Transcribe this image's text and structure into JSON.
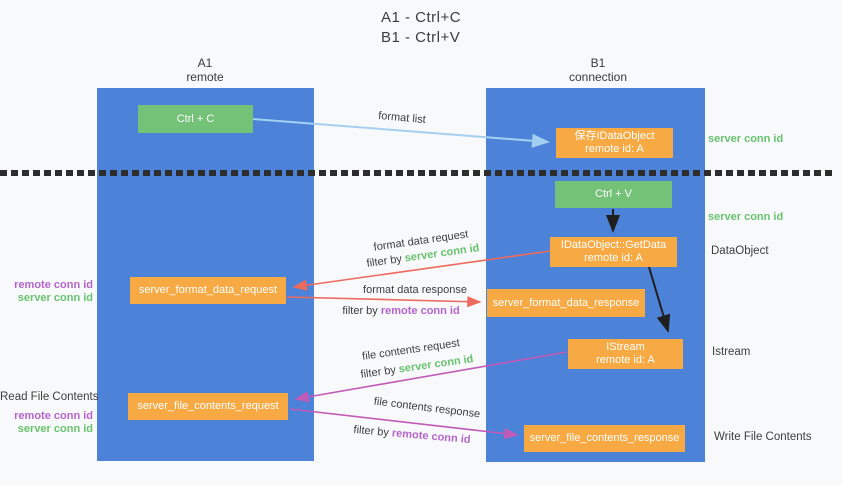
{
  "title": {
    "line1": "A1 - Ctrl+C",
    "line2": "B1 - Ctrl+V"
  },
  "lanes": {
    "left": {
      "name": "A1",
      "subtitle": "remote"
    },
    "right": {
      "name": "B1",
      "subtitle": "connection"
    }
  },
  "nodes": {
    "ctrl_c": "Ctrl + C",
    "ctrl_v": "Ctrl + V",
    "save_idataobject": {
      "line1": "保存IDataObject",
      "line2": "remote id: A"
    },
    "getdata": {
      "line1": "IDataObject::GetData",
      "line2": "remote id: A"
    },
    "istream": {
      "line1": "IStream",
      "line2": "remote id: A"
    },
    "format_request": "server_format_data_request",
    "format_response": "server_format_data_response",
    "file_request": "server_file_contents_request",
    "file_response": "server_file_contents_response"
  },
  "edge_labels": {
    "format_list": "format list",
    "format_data_request": "format data request",
    "format_data_response": "format data response",
    "file_contents_request": "file contents request",
    "file_contents_response": "file contents response",
    "filter_prefix": "filter by ",
    "server_conn_id": "server conn id",
    "remote_conn_id": "remote conn id"
  },
  "side_labels": {
    "server_conn_id_top": "server conn id",
    "server_conn_id_mid": "server conn id",
    "dataobject": "DataObject",
    "istream": "Istream",
    "write_file_contents": "Write File Contents",
    "read_file_contents": "Read File Contents",
    "remote_conn_id": "remote conn id",
    "server_conn_id": "server conn id"
  },
  "colors": {
    "lane_blue": "#4c82d7",
    "box_green": "#74c178",
    "box_orange": "#f7a943",
    "text_green": "#68c36e",
    "text_purple": "#b564cd",
    "arrow_red": "#ed6a5e",
    "arrow_magenta": "#c25ab8",
    "arrow_lightblue": "#a3d0f0",
    "arrow_black": "#1f1f1f",
    "background": "#f8f9fa"
  }
}
